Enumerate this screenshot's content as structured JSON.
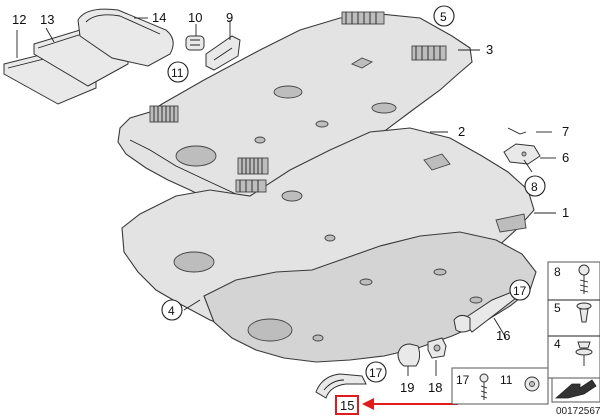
{
  "diagram": {
    "reference_number": "00172567",
    "callouts": {
      "c1": "1",
      "c2": "2",
      "c3": "3",
      "c4": "4",
      "c5": "5",
      "c6": "6",
      "c7": "7",
      "c8": "8",
      "c9": "9",
      "c10": "10",
      "c11": "11",
      "c12": "12",
      "c13": "13",
      "c14": "14",
      "c15": "15",
      "c16": "16",
      "c17": "17",
      "c18": "18",
      "c19": "19"
    },
    "fastener_box": {
      "row1": "8",
      "row2": "5",
      "row3": "4",
      "bottom_left": "17",
      "bottom_mid": "11"
    },
    "highlight_color": "#e01b1b",
    "highlighted_part": "15"
  }
}
